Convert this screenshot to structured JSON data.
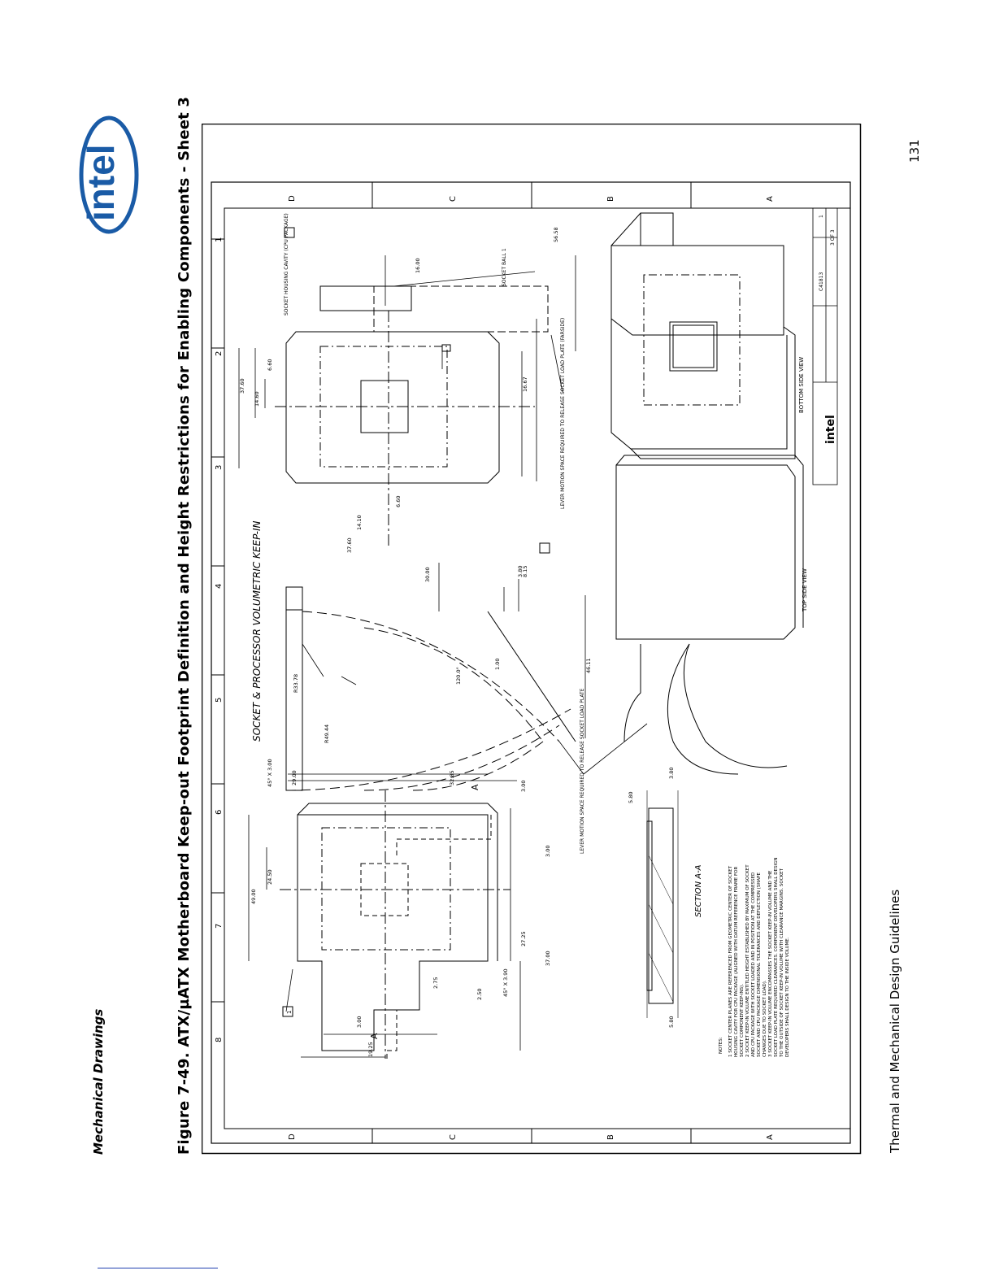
{
  "header": {
    "section": "Mechanical Drawings",
    "figure_title": "Figure 7-49. ATX/µATX Motherboard Keep-out Footprint Definition and Height Restrictions for Enabling Components - Sheet 3"
  },
  "logo": {
    "text": "intel"
  },
  "footer": {
    "doc_title": "Thermal and Mechanical Design Guidelines",
    "page_number": "131"
  },
  "drawing": {
    "zone_cols": [
      "8",
      "7",
      "6",
      "5",
      "4",
      "3",
      "2",
      "1"
    ],
    "zone_rows": [
      "D",
      "C",
      "B",
      "A"
    ],
    "keepin_title": "SOCKET & PROCESSOR VOLUMETRIC KEEP-IN",
    "section_label": "SECTION A-A",
    "bottom_view": "BOTTOM SIDE VIEW",
    "top_view": "TOP SIDE VIEW",
    "cavity_note": "SOCKET HOUSING CAVITY (CPU PACKAGE)",
    "ball1_note": "SOCKET BALL 1",
    "lever_note_1": "LEVER MOTION SPACE REQUIRED TO RELEASE SOCKET LOAD PLATE",
    "lever_note_2": "LEVER MOTION SPACE REQUIRED TO RELEASE SOCKET LOAD PLATE (FARSIDE)",
    "chamfer_note": "45° X 3.00",
    "chamfer_note_2": "45° X 3.90",
    "section_marker": "A",
    "flag_1": "1",
    "dims_left": [
      "49.00",
      "24.50",
      "29.00",
      "32.85",
      "3.00",
      "3.00",
      "27.25",
      "37.00",
      "19.25",
      "3.00",
      "2.75",
      "2.50"
    ],
    "dims_right": [
      "37.60",
      "14.60",
      "6.60",
      "16.00",
      "56.58",
      "16.67",
      "37.60",
      "14.10",
      "6.60"
    ],
    "dims_mid": [
      "30.00",
      "3.80",
      "8.15",
      "46.11",
      "120.0°",
      "1.00",
      "R33.78",
      "R49.44"
    ],
    "dims_section": [
      "5.80",
      "3.80",
      "5.80"
    ],
    "notes_heading": "NOTES:",
    "notes": [
      "1 SOCKET CENTER PLANES ARE REFERENCED FROM GEOMETRIC CENTER OF SOCKET HOUSING CAVITY FOR CPU PACKAGE (ALIGNED WITH DATUM REFERENCE FRAME FOR SOCKET COMPONENT KEEP-INS).",
      "2 SOCKET KEEP-IN VOLUME ENTITLED HEIGHT ESTABLISHED BY MAXIMUM OF SOCKET AND CPU PACKAGE WITH SOCKET LOADED AND IN POSITION AT THE COMPRESSED SOCKET AND CPU PACKAGE DIMENSIONAL TOLERANCES AND DEFLECTION (SHAPE CHANGES DUE TO SOCKET LOAD).",
      "3 SOCKET KEEP-IN VOLUME ENCOMPASSES THE SOCKET KEEP-IN VOLUME AND THE SOCKET LOAD PLATE REQUIRED CLEARANCES. COMPONENT DEVELOPERS SHALL DESIGN TO THE OUTSIDE OF SOCKET KEEP-IN VOLUME WITH CLEARANCE MARGINS. SOCKET DEVELOPERS SHALL DESIGN TO THE INSIDE VOLUME."
    ],
    "title_block": {
      "company": "intel",
      "dwg_no": "C41813",
      "sheet": "3 OF 3",
      "rev": "1"
    }
  }
}
